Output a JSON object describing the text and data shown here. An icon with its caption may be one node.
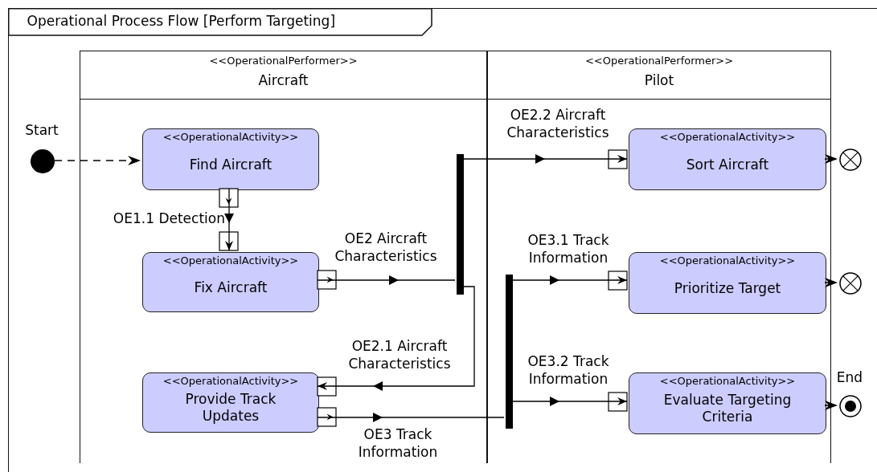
{
  "diagram": {
    "nodes": [
      {
        "text": [
          "Operational Process Flow [Perform Targeting]"
        ]
      },
      {
        "text": [
          "<<OperationalPerformer>>",
          "Aircraft"
        ],
        "in": 0
      },
      {
        "text": [
          "<<OperationalPerformer>>",
          "Pilot"
        ],
        "in": 0
      },
      {
        "text": [],
        "shape": "circle",
        "beside": [
          "Start"
        ],
        "in": 0
      },
      {
        "text": [
          "<<OperationalActivity>>",
          "Find Aircraft"
        ],
        "in": 1
      },
      {
        "text": [
          "<<OperationalActivity>>",
          "Fix Aircraft"
        ],
        "in": 1
      },
      {
        "text": [
          "<<OperationalActivity>>",
          "Provide Track Updates"
        ],
        "in": 1
      },
      {
        "text": [],
        "shape": "bar",
        "in": 1
      },
      {
        "text": [],
        "shape": "bar",
        "in": 2
      },
      {
        "text": [
          "<<OperationalActivity>>",
          "Sort Aircraft"
        ],
        "in": 2
      },
      {
        "text": [
          "<<OperationalActivity>>",
          "Prioritize Target"
        ],
        "in": 2
      },
      {
        "text": [
          "<<OperationalActivity>>",
          "Evaluate Targeting Criteria"
        ],
        "in": 2
      },
      {
        "text": [],
        "shape": "circle",
        "in": 0
      },
      {
        "text": [],
        "shape": "circle",
        "in": 0
      },
      {
        "text": [],
        "shape": "circle",
        "beside": [
          "End"
        ],
        "in": 0
      }
    ],
    "edges": [
      {
        "from": 3,
        "to": 4,
        "arrow": "to",
        "style": "dashed"
      },
      {
        "from": 4,
        "to": 5,
        "arrow": "to",
        "label": "OE1.1 Detection"
      },
      {
        "from": 5,
        "to": 7,
        "arrow": "to",
        "label": "OE2 Aircraft Characteristics"
      },
      {
        "from": 7,
        "to": 9,
        "arrow": "to",
        "label": "OE2.2 Aircraft Characteristics"
      },
      {
        "from": 7,
        "to": 6,
        "arrow": "to",
        "label": "OE2.1 Aircraft Characteristics"
      },
      {
        "from": 6,
        "to": 8,
        "arrow": "to",
        "label": "OE3 Track Information"
      },
      {
        "from": 8,
        "to": 10,
        "arrow": "to",
        "label": "OE3.1 Track Information"
      },
      {
        "from": 8,
        "to": 11,
        "arrow": "to",
        "label": "OE3.2 Track Information"
      },
      {
        "from": 9,
        "to": 12,
        "arrow": "to",
        "style": "dashed"
      },
      {
        "from": 10,
        "to": 13,
        "arrow": "to",
        "style": "dashed"
      },
      {
        "from": 11,
        "to": 14,
        "arrow": "to",
        "style": "dashed"
      }
    ]
  }
}
